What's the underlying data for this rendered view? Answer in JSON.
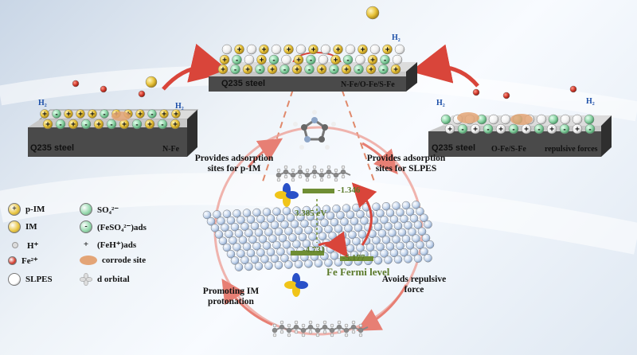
{
  "panels": {
    "left": {
      "steel": "Q235 steel",
      "bond": "N-Fe",
      "h2": "H₂"
    },
    "center": {
      "steel": "Q235 steel",
      "bond": "N-Fe/O-Fe/S-Fe",
      "h2": "H₂"
    },
    "right": {
      "steel": "Q235 steel",
      "bond1": "O-Fe/S-Fe",
      "bond2": "repulsive forces",
      "h2a": "H₂",
      "h2b": "H₂"
    }
  },
  "cycle": {
    "top_left": "Provides adsorption sites for p-IM",
    "top_right": "Provides adsorption sites for SLPES",
    "bottom_left": "Promoting IM protonation",
    "bottom_right": "Avoids repulsive force"
  },
  "energy": {
    "level_top": "-1.346",
    "gap": "3.385 eV",
    "level_mid_left": "-4.731",
    "level_mid_right": "-5.177",
    "fermi": "Fe Fermi level"
  },
  "legend": [
    {
      "symbol": "p-IM-icon",
      "label": "p-IM",
      "color": "#e8c33a",
      "mark": "+"
    },
    {
      "symbol": "IM-icon",
      "label": "IM",
      "color": "#e8c33a",
      "mark": ""
    },
    {
      "symbol": "H-plus-icon",
      "label": "H⁺",
      "color": "#dcdcdc",
      "mark": ""
    },
    {
      "symbol": "Fe2-icon",
      "label": "Fe²⁺",
      "color": "#d33a2c",
      "mark": ""
    },
    {
      "symbol": "SLPES-icon",
      "label": "SLPES",
      "color": "#ffffff",
      "mark": ""
    },
    {
      "symbol": "SO4-icon",
      "label": "SO₄²⁻",
      "color": "#8fd6a8",
      "mark": ""
    },
    {
      "symbol": "FeSO4-icon",
      "label": "(FeSO₄²⁻)ads",
      "color": "#8fd6a8",
      "mark": "-"
    },
    {
      "symbol": "FeH-icon",
      "label": "(FeH⁺)ads",
      "color": "#ffffff",
      "mark": "+"
    },
    {
      "symbol": "corrode-site-icon",
      "label": "corrode site",
      "color": "#e3a476",
      "mark": ""
    },
    {
      "symbol": "d-orbital-icon",
      "label": "d orbital",
      "color": "#cccccc",
      "mark": ""
    }
  ],
  "colors": {
    "steel_top": "#d8d8d8",
    "steel_side": "#555555",
    "arrow": "#d9453a",
    "dashed": "#e0896b",
    "energy": "#6f8e34"
  }
}
